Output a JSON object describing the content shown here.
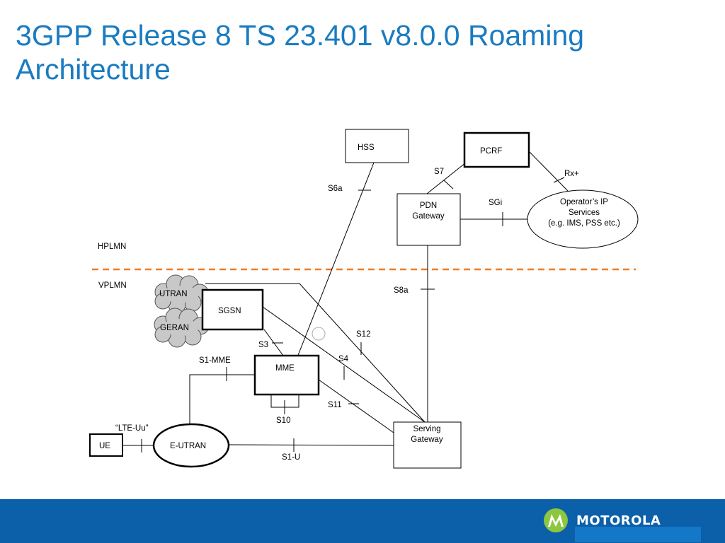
{
  "title": "3GPP Release 8 TS 23.401 v8.0.0 Roaming Architecture",
  "regions": {
    "home": "HPLMN",
    "visited": "VPLMN"
  },
  "nodes": {
    "hss": "HSS",
    "pcrf": "PCRF",
    "pdn_gateway": [
      "PDN",
      "Gateway"
    ],
    "operator_ip": [
      "Operator’s IP",
      "Services",
      "(e.g. IMS, PSS etc.)"
    ],
    "utran": "UTRAN",
    "geran": "GERAN",
    "sgsn": "SGSN",
    "mme": "MME",
    "serving_gateway": [
      "Serving",
      "Gateway"
    ],
    "ue": "UE",
    "eutran": "E-UTRAN"
  },
  "interfaces": {
    "s6a": "S6a",
    "s7": "S7",
    "rx": "Rx+",
    "sgi": "SGi",
    "s8a": "S8a",
    "s12": "S12",
    "s3": "S3",
    "s4": "S4",
    "s1_mme": "S1-MME",
    "s11": "S11",
    "s10": "S10",
    "lte_uu": "“LTE-Uu”",
    "s1_u": "S1-U"
  },
  "colors": {
    "title": "#1a7bc0",
    "footer": "#0c5fa9",
    "boundary_line": "#f07d22",
    "cloud_fill": "#c8c8c8",
    "logo_circle": "#8dc63f"
  },
  "logo": {
    "text": "MOTOROLA",
    "icon": "motorola-batwing-icon"
  }
}
